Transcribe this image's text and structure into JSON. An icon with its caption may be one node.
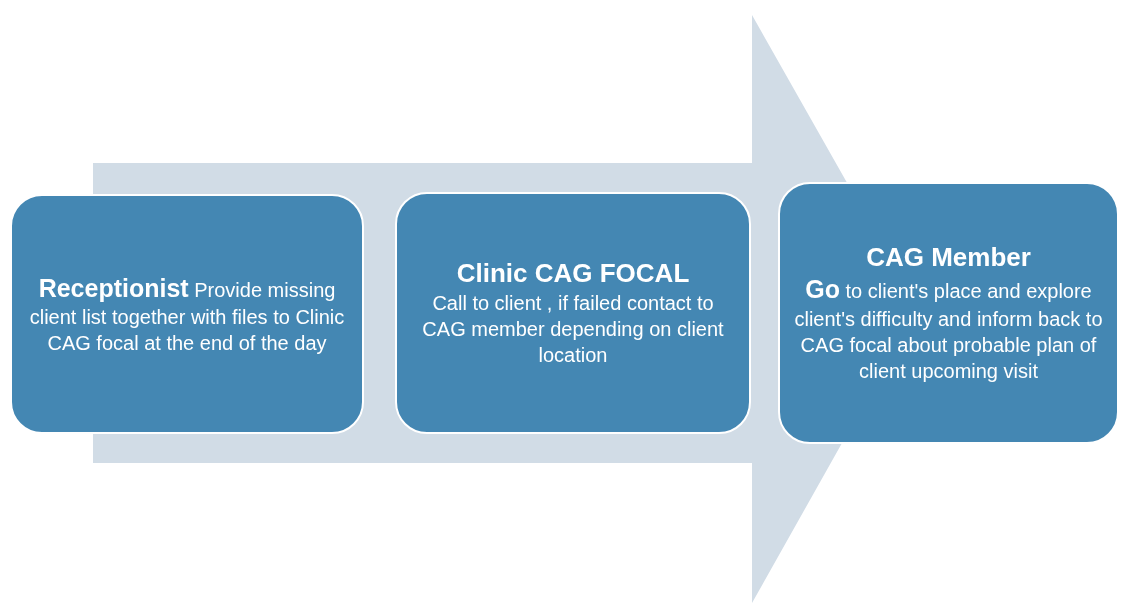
{
  "diagram": {
    "nodes": [
      {
        "text": [
          "**Receptionist** Provide missing client list together with files to Clinic CAG focal at the end of the day"
        ]
      },
      {
        "text": [
          "Clinic CAG FOCAL",
          "Call to client , if failed contact to CAG member depending on client location"
        ]
      },
      {
        "text": [
          "CAG Member",
          "**Go** to client's place and explore client's difficulty and inform back to CAG focal about probable plan of client upcoming visit"
        ]
      }
    ],
    "edges": [
      {
        "from": 0,
        "to": 2,
        "arrow": "to"
      }
    ]
  }
}
